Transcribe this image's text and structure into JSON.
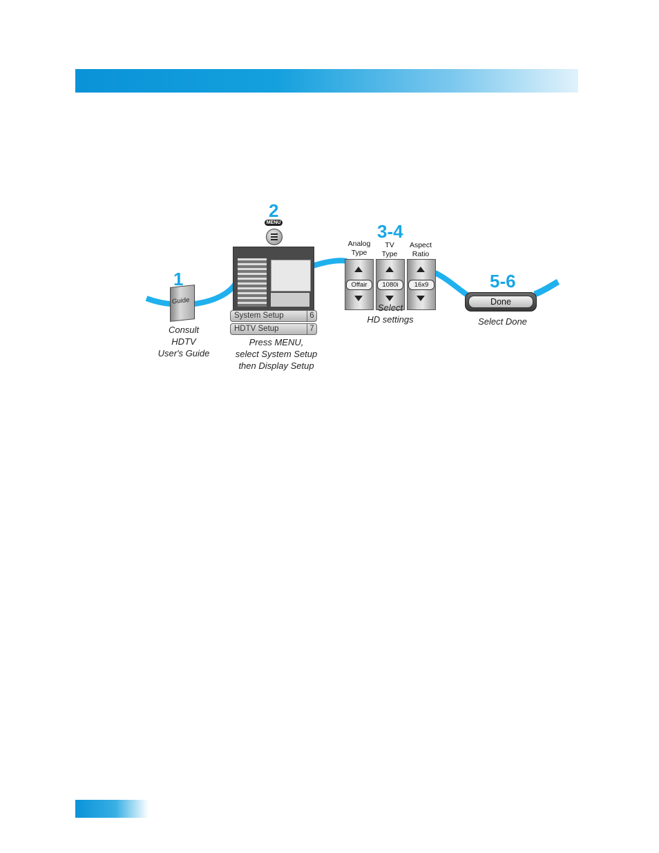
{
  "header": {
    "bar_color": "#0a93d8"
  },
  "steps": {
    "step1": {
      "number": "1",
      "book_label": "Guide",
      "caption": [
        "Consult",
        "HDTV",
        "User's Guide"
      ]
    },
    "step2": {
      "number": "2",
      "menu_button_label": "MENU",
      "menu_items": [
        {
          "label": "System Setup",
          "num": "6"
        },
        {
          "label": "HDTV Setup",
          "num": "7"
        }
      ],
      "caption": [
        "Press MENU,",
        "select System Setup",
        "then Display Setup"
      ]
    },
    "step34": {
      "number": "3-4",
      "controls": [
        {
          "label_lines": [
            "Analog",
            "Type"
          ],
          "value": "Offair"
        },
        {
          "label_lines": [
            "TV",
            "Type"
          ],
          "value": "1080i"
        },
        {
          "label_lines": [
            "Aspect",
            "Ratio"
          ],
          "value": "16x9"
        }
      ],
      "caption": [
        "Select",
        "HD settings"
      ]
    },
    "step56": {
      "number": "5-6",
      "button_label": "Done",
      "caption": [
        "Select Done"
      ]
    }
  },
  "colors": {
    "accent": "#1aa6e6",
    "ribbon": "#1fb0ee"
  }
}
